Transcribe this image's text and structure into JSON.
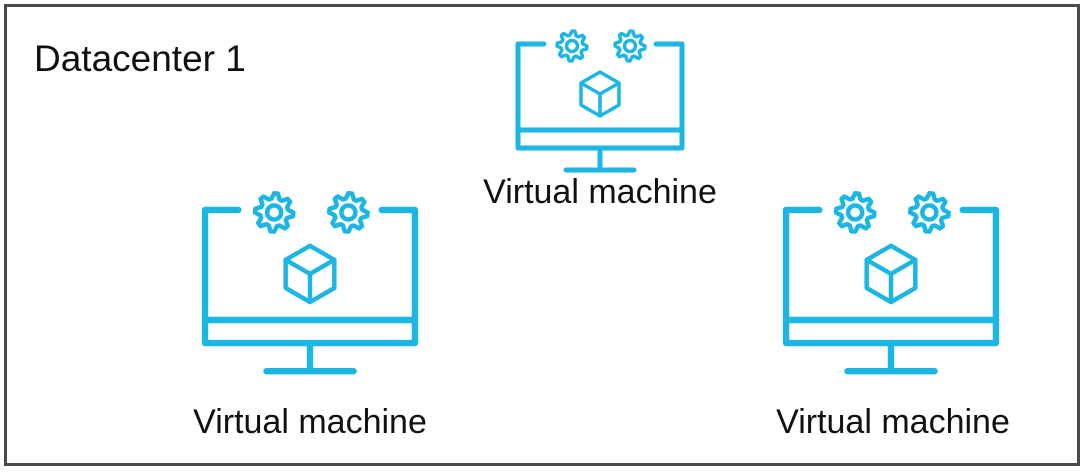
{
  "datacenter": {
    "title": "Datacenter 1"
  },
  "virtual_machines": [
    {
      "label": "Virtual machine",
      "icon": "monitor-with-cube-and-gears"
    },
    {
      "label": "Virtual machine",
      "icon": "monitor-with-cube-and-gears"
    },
    {
      "label": "Virtual machine",
      "icon": "monitor-with-cube-and-gears"
    }
  ],
  "colors": {
    "icon": "#1CB6E4",
    "border": "#4A4A4A",
    "text": "#111111"
  }
}
